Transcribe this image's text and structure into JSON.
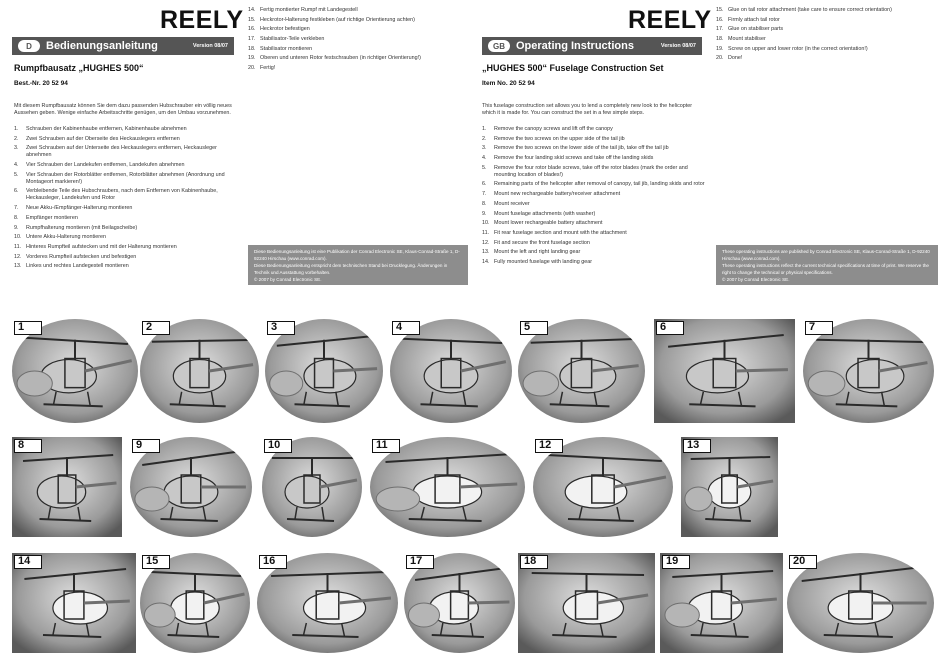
{
  "brand": "REELY",
  "de": {
    "lang_badge": "D",
    "header_title": "Bedienungsanleitung",
    "version": "Version 08/07",
    "product_title": "Rumpfbausatz „HUGHES 500“",
    "item_no": "Best.-Nr. 20 52 94",
    "intro": "Mit diesem Rumpfbausatz können Sie dem dazu passenden Hubschrauber ein völlig neues Aussehen geben. Wenige einfache Arbeitsschritte genügen, um den Umbau vorzunehmen.",
    "steps": [
      {
        "n": "1.",
        "t": "Schrauben der Kabinenhaube entfernen, Kabinenhaube abnehmen"
      },
      {
        "n": "2.",
        "t": "Zwei Schrauben auf der Oberseite des Heckauslegers entfernen"
      },
      {
        "n": "3.",
        "t": "Zwei Schrauben auf der Unterseite des Heckauslegers entfernen, Heckausleger abnehmen"
      },
      {
        "n": "4.",
        "t": "Vier Schrauben der Landekufen entfernen, Landekufen abnehmen"
      },
      {
        "n": "5.",
        "t": "Vier Schrauben der Rotorblätter entfernen, Rotorblätter abnehmen (Anordnung und Montageort markieren!)"
      },
      {
        "n": "6.",
        "t": "Verbleibende Teile des Hubschraubers, nach dem Entfernen von Kabinenhaube, Heckausleger, Landekufen und Rotor"
      },
      {
        "n": "7.",
        "t": "Neue Akku-/Empfänger-Halterung montieren"
      },
      {
        "n": "8.",
        "t": "Empfänger montieren"
      },
      {
        "n": "9.",
        "t": "Rumpfhalterung montieren (mit Beilagscheibe)"
      },
      {
        "n": "10.",
        "t": "Untere Akku-Halterung montieren"
      },
      {
        "n": "11.",
        "t": "Hinteres Rumpfteil aufstecken und mit der Halterung montieren"
      },
      {
        "n": "12.",
        "t": "Vorderes Rumpfteil aufstecken und befestigen"
      },
      {
        "n": "13.",
        "t": "Linkes und rechtes Landegestell montieren"
      }
    ],
    "steps_right": [
      {
        "n": "14.",
        "t": "Fertig montierter Rumpf mit Landegestell"
      },
      {
        "n": "15.",
        "t": "Heckrotor-Halterung festkleben (auf richtige Orientierung achten)"
      },
      {
        "n": "16.",
        "t": "Heckrotor befestigen"
      },
      {
        "n": "17.",
        "t": "Stabilisator-Teile verkleben"
      },
      {
        "n": "18.",
        "t": "Stabilisator montieren"
      },
      {
        "n": "19.",
        "t": "Oberen und unteren Rotor festschrauben (in richtiger Orientierung!)"
      },
      {
        "n": "20.",
        "t": "Fertig!"
      }
    ],
    "legal": [
      "Diese Bedienungsanleitung ist eine Publikation der Conrad Electronic SE, Klaus-Conrad-Straße 1, D-92240 Hirschau (www.conrad.com).",
      "Diese Bedienungsanleitung entspricht dem technischen Stand bei Drucklegung. Änderungen in Technik und Ausstattung vorbehalten.",
      "© 2007 by Conrad Electronic SE."
    ]
  },
  "gb": {
    "lang_badge": "GB",
    "header_title": "Operating Instructions",
    "version": "Version 08/07",
    "product_title": "„HUGHES 500“ Fuselage Construction Set",
    "item_no": "Item No. 20 52 94",
    "intro": "This fuselage construction set allows you to lend a completely new look to the helicopter which it is made for. You can construct the set in a few simple steps.",
    "steps": [
      {
        "n": "1.",
        "t": "Remove the canopy screws and lift off the canopy"
      },
      {
        "n": "2.",
        "t": "Remove the two screws on the upper side of the tail jib"
      },
      {
        "n": "3.",
        "t": "Remove the two screws on the lower side of the tail jib, take off the tail jib"
      },
      {
        "n": "4.",
        "t": "Remove the four landing skid screws and take off the landing skids"
      },
      {
        "n": "5.",
        "t": "Remove the four rotor blade screws, take off the rotor blades (mark the order and mounting location of blades!)"
      },
      {
        "n": "6.",
        "t": "Remaining parts of the helicopter after removal of canopy, tail jib, landing skids and rotor"
      },
      {
        "n": "7.",
        "t": "Mount new rechargeable battery/receiver attachment"
      },
      {
        "n": "8.",
        "t": "Mount receiver"
      },
      {
        "n": "9.",
        "t": "Mount fuselage attachments (with washer)"
      },
      {
        "n": "10.",
        "t": "Mount lower rechargeable battery attachment"
      },
      {
        "n": "11.",
        "t": "Fit rear fuselage section and mount with the attachment"
      },
      {
        "n": "12.",
        "t": "Fit and secure the front fuselage section"
      },
      {
        "n": "13.",
        "t": "Mount the left and right landing gear"
      },
      {
        "n": "14.",
        "t": "Fully mounted fuselage with landing gear"
      }
    ],
    "steps_right": [
      {
        "n": "15.",
        "t": "Glue on tail rotor attachment (take care to ensure correct orientation)"
      },
      {
        "n": "16.",
        "t": "Firmly attach tail rotor"
      },
      {
        "n": "17.",
        "t": "Glue on stabiliser parts"
      },
      {
        "n": "18.",
        "t": "Mount stabiliser"
      },
      {
        "n": "19.",
        "t": "Screw on upper and lower rotor (in the correct orientation!)"
      },
      {
        "n": "20.",
        "t": "Done!"
      }
    ],
    "legal": [
      "These operating instructions are published by Conrad Electronic SE, Klaus-Conrad-Straße 1, D-92240 Hirschau (www.conrad.com).",
      "These operating instructions reflect the current technical specifications at time of print. We reserve the right to change the technical or physical specifications.",
      "© 2007 by Conrad Electronic SE."
    ]
  },
  "photos": [
    {
      "label": "1",
      "shape": "oval"
    },
    {
      "label": "2",
      "shape": "oval"
    },
    {
      "label": "3",
      "shape": "oval"
    },
    {
      "label": "4",
      "shape": "oval"
    },
    {
      "label": "5",
      "shape": "oval"
    },
    {
      "label": "6",
      "shape": "rect"
    },
    {
      "label": "7",
      "shape": "oval"
    },
    {
      "label": "8",
      "shape": "rect"
    },
    {
      "label": "9",
      "shape": "oval"
    },
    {
      "label": "10",
      "shape": "oval"
    },
    {
      "label": "11",
      "shape": "oval"
    },
    {
      "label": "12",
      "shape": "oval"
    },
    {
      "label": "13",
      "shape": "rect"
    },
    {
      "label": "14",
      "shape": "rect"
    },
    {
      "label": "15",
      "shape": "oval"
    },
    {
      "label": "16",
      "shape": "oval"
    },
    {
      "label": "17",
      "shape": "oval"
    },
    {
      "label": "18",
      "shape": "rect"
    },
    {
      "label": "19",
      "shape": "rect"
    },
    {
      "label": "20",
      "shape": "oval"
    }
  ]
}
